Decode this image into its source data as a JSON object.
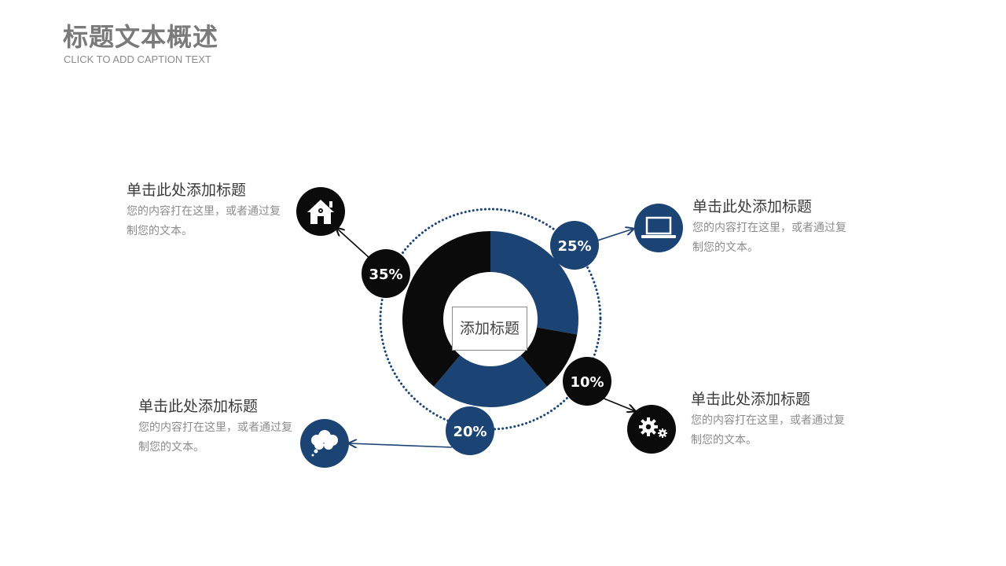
{
  "header": {
    "title": "标题文本概述",
    "subtitle": "CLICK TO ADD CAPTION TEXT"
  },
  "center_label": "添加标题",
  "blurbs": [
    {
      "title": "单击此处添加标题",
      "body": "您的内容打在这里，或者通过复制您的文本。"
    },
    {
      "title": "单击此处添加标题",
      "body": "您的内容打在这里，或者通过复制您的文本。"
    },
    {
      "title": "单击此处添加标题",
      "body": "您的内容打在这里，或者通过复制您的文本。"
    },
    {
      "title": "单击此处添加标题",
      "body": "您的内容打在这里，或者通过复制您的文本。"
    }
  ],
  "icons": [
    "house-icon",
    "laptop-icon",
    "gear-icon",
    "thought-cloud-icon"
  ],
  "colors": {
    "navy": "#1b4373",
    "black": "#0b0b0b",
    "title_gray": "#7a7a7a",
    "text_gray": "#8c8c8c"
  },
  "chart_data": {
    "type": "pie",
    "style": "donut",
    "order": "clockwise from top",
    "slices": [
      {
        "label": "25%",
        "value": 25,
        "color": "#1b4373"
      },
      {
        "label": "10%",
        "value": 10,
        "color": "#0b0b0b"
      },
      {
        "label": "20%",
        "value": 20,
        "color": "#1b4373"
      },
      {
        "label": "35%",
        "value": 35,
        "color": "#0b0b0b"
      }
    ]
  }
}
